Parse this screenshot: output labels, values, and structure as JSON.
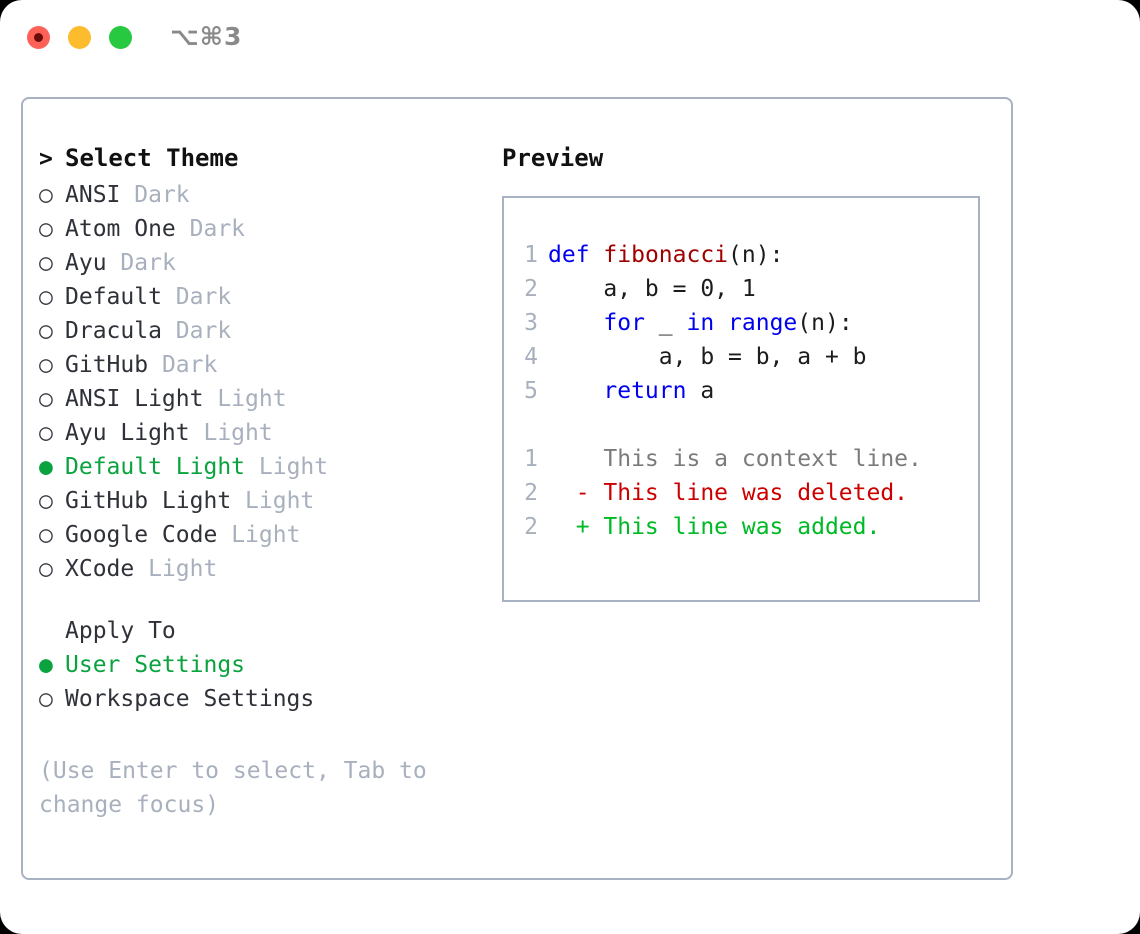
{
  "titlebar": {
    "shortcut": "⌥⌘3",
    "lights": [
      "close-red",
      "minimize-yellow",
      "maximize-green"
    ]
  },
  "theme_picker": {
    "header_marker": ">",
    "header": "Select Theme",
    "marker_unselected": "○",
    "marker_selected": "●",
    "items": [
      {
        "name": "ANSI",
        "variant": "Dark",
        "selected": false
      },
      {
        "name": "Atom One",
        "variant": "Dark",
        "selected": false
      },
      {
        "name": "Ayu",
        "variant": "Dark",
        "selected": false
      },
      {
        "name": "Default",
        "variant": "Dark",
        "selected": false
      },
      {
        "name": "Dracula",
        "variant": "Dark",
        "selected": false
      },
      {
        "name": "GitHub",
        "variant": "Dark",
        "selected": false
      },
      {
        "name": "ANSI Light",
        "variant": "Light",
        "selected": false
      },
      {
        "name": "Ayu Light",
        "variant": "Light",
        "selected": false
      },
      {
        "name": "Default Light",
        "variant": "Light",
        "selected": true
      },
      {
        "name": "GitHub Light",
        "variant": "Light",
        "selected": false
      },
      {
        "name": "Google Code",
        "variant": "Light",
        "selected": false
      },
      {
        "name": "XCode",
        "variant": "Light",
        "selected": false
      }
    ]
  },
  "apply_to": {
    "label": "Apply To",
    "options": [
      {
        "name": "User Settings",
        "selected": true
      },
      {
        "name": "Workspace Settings",
        "selected": false
      }
    ]
  },
  "hint": "(Use Enter to select, Tab to change focus)",
  "preview": {
    "title": "Preview",
    "code_lines": [
      {
        "no": "1",
        "text": "def fibonacci(n):"
      },
      {
        "no": "2",
        "text": "    a, b = 0, 1"
      },
      {
        "no": "3",
        "text": "    for _ in range(n):"
      },
      {
        "no": "4",
        "text": "        a, b = b, a + b"
      },
      {
        "no": "5",
        "text": "    return a"
      }
    ],
    "code_tokens": [
      [
        {
          "t": "def",
          "c": "kw"
        },
        {
          "t": " ",
          "c": "pl"
        },
        {
          "t": "fibonacci",
          "c": "fn"
        },
        {
          "t": "(n):",
          "c": "pl"
        }
      ],
      [
        {
          "t": "    a, b = 0, 1",
          "c": "pl"
        }
      ],
      [
        {
          "t": "    ",
          "c": "pl"
        },
        {
          "t": "for",
          "c": "kw"
        },
        {
          "t": " _ ",
          "c": "pl"
        },
        {
          "t": "in",
          "c": "kw"
        },
        {
          "t": " ",
          "c": "pl"
        },
        {
          "t": "range",
          "c": "kw"
        },
        {
          "t": "(n):",
          "c": "pl"
        }
      ],
      [
        {
          "t": "        a, b = b, a + b",
          "c": "pl"
        }
      ],
      [
        {
          "t": "    ",
          "c": "pl"
        },
        {
          "t": "return",
          "c": "kw"
        },
        {
          "t": " a",
          "c": "pl"
        }
      ]
    ],
    "diff_lines": [
      {
        "no": "1",
        "sign": " ",
        "text": "This is a context line.",
        "kind": "ctx"
      },
      {
        "no": "2",
        "sign": "-",
        "text": "This line was deleted.",
        "kind": "del"
      },
      {
        "no": "2",
        "sign": "+",
        "text": "This line was added.",
        "kind": "add"
      }
    ]
  },
  "colors": {
    "selected_green": "#0aa33f",
    "added_green": "#00b926",
    "deleted_red": "#cc0000",
    "keyword_blue": "#0000ee",
    "function_red": "#a00000",
    "muted_gray": "#a8b0bd",
    "border": "#a8b2c3"
  }
}
